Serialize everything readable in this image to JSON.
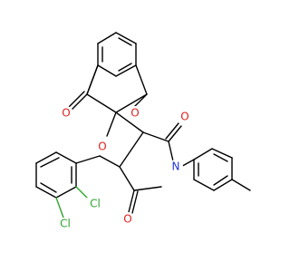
{
  "molecule": {
    "atoms": {
      "o_left_ketone": "O",
      "o_right_ketone": "O",
      "o_ring": "O",
      "o_imide_top": "O",
      "o_imide_bottom": "O",
      "n_imide": "N",
      "cl_upper": "Cl",
      "cl_lower": "Cl"
    },
    "colors": {
      "bond": "#000000",
      "oxygen": "#e02020",
      "nitrogen": "#2233dd",
      "chlorine": "#2fa42f"
    }
  }
}
